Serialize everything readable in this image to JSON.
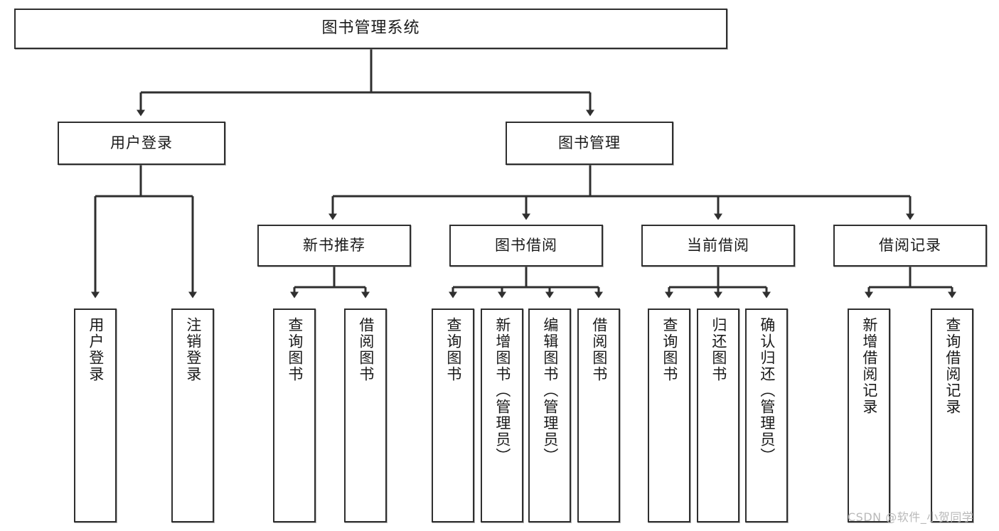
{
  "diagram": {
    "type": "tree-hierarchy",
    "title": "图书管理系统",
    "watermark": "CSDN @软件_小贺同学",
    "colors": {
      "box_border": "#2f2f2f",
      "box_fill": "#ffffff",
      "connector": "#2f2f2f",
      "text": "#1a1a1a",
      "watermark": "#b9b9b9"
    },
    "levels": {
      "root": "图书管理系统",
      "level2": [
        "用户登录",
        "图书管理"
      ],
      "level3": [
        "新书推荐",
        "图书借阅",
        "当前借阅",
        "借阅记录"
      ]
    },
    "nodes": {
      "root": {
        "label": "图书管理系统"
      },
      "user_login": {
        "label": "用户登录"
      },
      "book_manage": {
        "label": "图书管理"
      },
      "new_book_rec": {
        "label": "新书推荐"
      },
      "book_borrow": {
        "label": "图书借阅"
      },
      "current_borrow": {
        "label": "当前借阅"
      },
      "borrow_record": {
        "label": "借阅记录"
      },
      "leaf_user_login": {
        "label": "用户登录"
      },
      "leaf_user_logout": {
        "label": "注销登录"
      },
      "leaf_query_book_1": {
        "label": "查询图书"
      },
      "leaf_borrow_book_1": {
        "label": "借阅图书"
      },
      "leaf_query_book_2": {
        "label": "查询图书"
      },
      "leaf_add_book": {
        "label": "新增图书（管理员）"
      },
      "leaf_edit_book": {
        "label": "编辑图书（管理员）"
      },
      "leaf_borrow_book_2": {
        "label": "借阅图书"
      },
      "leaf_query_book_3": {
        "label": "查询图书"
      },
      "leaf_return_book": {
        "label": "归还图书"
      },
      "leaf_confirm_return": {
        "label": "确认归还（管理员）"
      },
      "leaf_add_record": {
        "label": "新增借阅记录"
      },
      "leaf_query_record": {
        "label": "查询借阅记录"
      }
    },
    "edges": [
      {
        "from": "root",
        "to": "user_login"
      },
      {
        "from": "root",
        "to": "book_manage"
      },
      {
        "from": "user_login",
        "to": "leaf_user_login"
      },
      {
        "from": "user_login",
        "to": "leaf_user_logout"
      },
      {
        "from": "book_manage",
        "to": "new_book_rec"
      },
      {
        "from": "book_manage",
        "to": "book_borrow"
      },
      {
        "from": "book_manage",
        "to": "current_borrow"
      },
      {
        "from": "book_manage",
        "to": "borrow_record"
      },
      {
        "from": "new_book_rec",
        "to": "leaf_query_book_1"
      },
      {
        "from": "new_book_rec",
        "to": "leaf_borrow_book_1"
      },
      {
        "from": "book_borrow",
        "to": "leaf_query_book_2"
      },
      {
        "from": "book_borrow",
        "to": "leaf_add_book"
      },
      {
        "from": "book_borrow",
        "to": "leaf_edit_book"
      },
      {
        "from": "book_borrow",
        "to": "leaf_borrow_book_2"
      },
      {
        "from": "current_borrow",
        "to": "leaf_query_book_3"
      },
      {
        "from": "current_borrow",
        "to": "leaf_return_book"
      },
      {
        "from": "current_borrow",
        "to": "leaf_confirm_return"
      },
      {
        "from": "borrow_record",
        "to": "leaf_add_record"
      },
      {
        "from": "borrow_record",
        "to": "leaf_query_record"
      }
    ]
  }
}
